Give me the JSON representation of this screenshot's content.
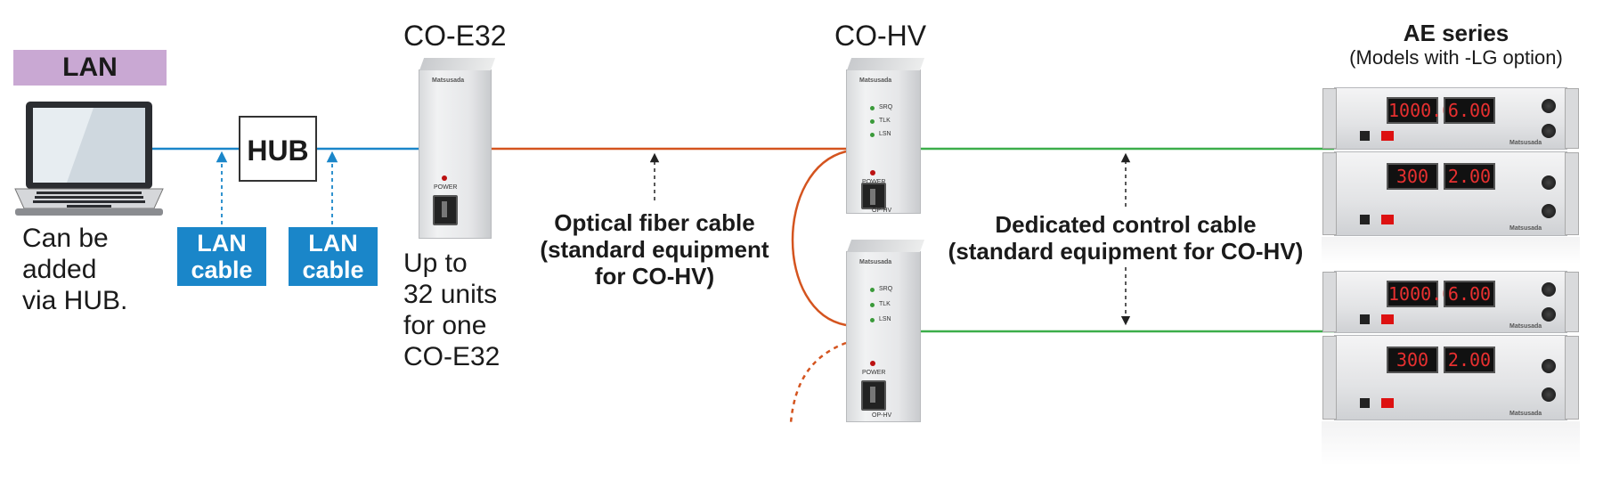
{
  "colors": {
    "lan_header_bg": "#c9a8d3",
    "lan_cable": "#1a86c9",
    "optical_fiber": "#d4541f",
    "control_cable": "#3cae4a"
  },
  "lan": {
    "header": "LAN",
    "note_lines": [
      "Can be",
      "added",
      "via HUB."
    ]
  },
  "hub": {
    "label": "HUB"
  },
  "lan_cable_tags": [
    {
      "line1": "LAN",
      "line2": "cable"
    },
    {
      "line1": "LAN",
      "line2": "cable"
    }
  ],
  "co_e32": {
    "title": "CO-E32",
    "brand": "Matsusada",
    "power_label": "POWER",
    "note_lines": [
      "Up to",
      "32 units",
      "for one",
      "CO-E32"
    ]
  },
  "optical_label_lines": [
    "Optical fiber cable",
    "(standard equipment",
    "for CO-HV)"
  ],
  "co_hv": {
    "title": "CO-HV",
    "brand": "Matsusada",
    "leds": [
      "SRQ",
      "TLK",
      "LSN"
    ],
    "power_label": "POWER",
    "model_tag": "OP-HV"
  },
  "control_label_lines": [
    "Dedicated control cable",
    "(standard equipment for CO-HV)"
  ],
  "ae": {
    "title": "AE series",
    "subtitle": "(Models with -LG option)",
    "brand": "Matsusada",
    "units": [
      {
        "v": "1000.0",
        "a": "6.00"
      },
      {
        "v": "300",
        "a": "2.00"
      },
      {
        "v": "1000.0",
        "a": "6.00"
      },
      {
        "v": "300",
        "a": "2.00"
      }
    ]
  }
}
